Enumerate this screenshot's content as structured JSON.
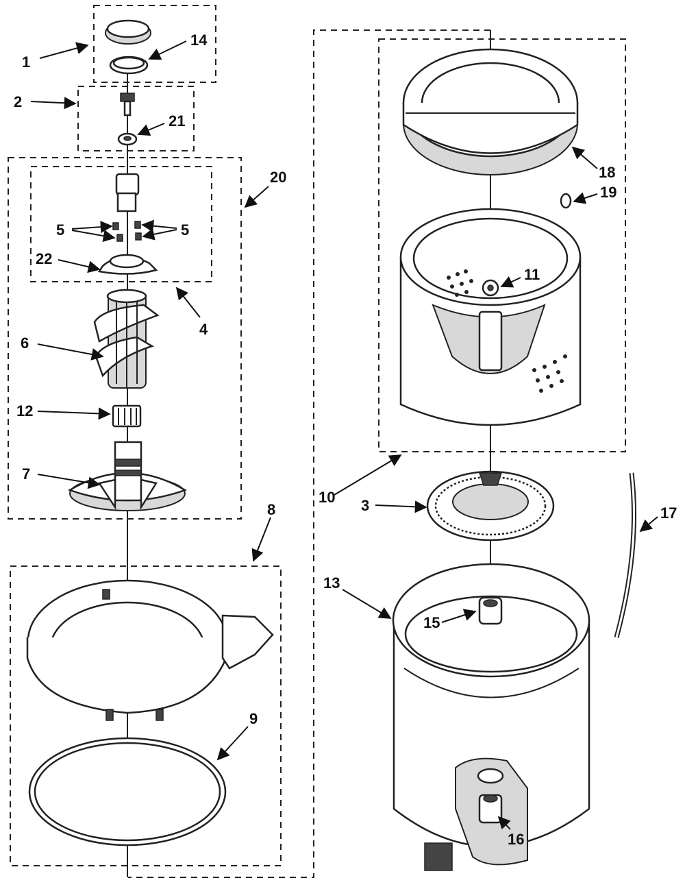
{
  "callouts": [
    {
      "id": "1",
      "text": "1"
    },
    {
      "id": "14",
      "text": "14"
    },
    {
      "id": "2",
      "text": "2"
    },
    {
      "id": "21",
      "text": "21"
    },
    {
      "id": "20",
      "text": "20"
    },
    {
      "id": "5a",
      "text": "5"
    },
    {
      "id": "5b",
      "text": "5"
    },
    {
      "id": "22",
      "text": "22"
    },
    {
      "id": "4",
      "text": "4"
    },
    {
      "id": "6",
      "text": "6"
    },
    {
      "id": "12",
      "text": "12"
    },
    {
      "id": "7",
      "text": "7"
    },
    {
      "id": "8",
      "text": "8"
    },
    {
      "id": "9",
      "text": "9"
    },
    {
      "id": "18",
      "text": "18"
    },
    {
      "id": "19",
      "text": "19"
    },
    {
      "id": "11",
      "text": "11"
    },
    {
      "id": "10",
      "text": "10"
    },
    {
      "id": "3",
      "text": "3"
    },
    {
      "id": "17",
      "text": "17"
    },
    {
      "id": "13",
      "text": "13"
    },
    {
      "id": "15",
      "text": "15"
    },
    {
      "id": "16",
      "text": "16"
    }
  ]
}
